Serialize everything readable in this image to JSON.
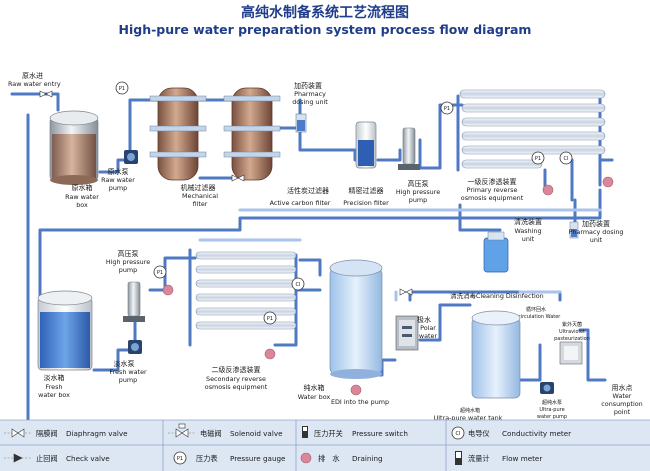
{
  "title_cn": "高纯水制备系统工艺流程图",
  "title_en": "High-pure water preparation system process flow diagram",
  "labels": {
    "raw_entry_cn": "原水进",
    "raw_entry_en": "Raw water entry",
    "raw_box_cn": "原水箱",
    "raw_box_en1": "Raw water",
    "raw_box_en2": "box",
    "raw_pump_cn": "原水泵",
    "raw_pump_en1": "Raw water",
    "raw_pump_en2": "pump",
    "mech_cn": "机械过滤器",
    "mech_en1": "Mechanical",
    "mech_en2": "filter",
    "carbon_cn": "活性炭过滤器",
    "carbon_en": "Active carbon filter",
    "precision_cn": "精密过滤器",
    "precision_en": "Precision filter",
    "hp1_cn": "高压泵",
    "hp1_en1": "High pressure",
    "hp1_en2": "pump",
    "dosing1_cn": "加药装置",
    "dosing1_en1": "Pharmacy",
    "dosing1_en2": "dosing unit",
    "primary_cn": "一级反渗透装置",
    "primary_en1": "Primary reverse",
    "primary_en2": "osmosis equipment",
    "washing_cn": "清洗装置",
    "washing_en1": "Washing",
    "washing_en2": "unit",
    "dosing2_cn": "加药装置",
    "dosing2_en1": "Pharmacy dosing",
    "dosing2_en2": "unit",
    "hp2_cn": "高压泵",
    "hp2_en1": "High pressure",
    "hp2_en2": "pump",
    "fresh_box_cn": "淡水箱",
    "fresh_box_en1": "Fresh",
    "fresh_box_en2": "water box",
    "fresh_pump_cn": "淡水泵",
    "fresh_pump_en1": "Fresh water",
    "fresh_pump_en2": "pump",
    "secondary_cn": "二级反渗透装置",
    "secondary_en1": "Secondary reverse",
    "secondary_en2": "osmosis equipment",
    "pure_box_cn": "纯水箱",
    "pure_box_en": "Water box",
    "edi_pump": "EDI into the pump",
    "polar_cn": "极水",
    "polar_en1": "Polar",
    "polar_en2": "water",
    "clean_disinfect": "清洗消毒Cleaning Disinfection",
    "recirc_cn": "循环回水",
    "recirc_en": "Recirculation Water",
    "uv_cn": "紫外灭菌",
    "uv_en1": "Ultraviolet",
    "uv_en2": "pasteurization",
    "ultra_box": "Ultra-pure water tank",
    "ultra_box_cn": "超纯水箱",
    "ultra_pump_cn": "超纯水泵",
    "ultra_pump_en1": "Ultra-pure",
    "ultra_pump_en2": "water pump",
    "consume_cn": "用水点",
    "consume_en1": "Water",
    "consume_en2": "consumption",
    "consume_en3": "point",
    "p1": "P1",
    "ci": "CI"
  },
  "legend": [
    {
      "cn": "隔膜阀",
      "en": "Diaphragm valve",
      "icon": "diaphragm-valve-icon"
    },
    {
      "cn": "电磁阀",
      "en": "Solenoid valve",
      "icon": "solenoid-valve-icon"
    },
    {
      "cn": "压力开关",
      "en": "Pressure switch",
      "icon": "pressure-switch-icon"
    },
    {
      "cn": "电导仪",
      "en": "Conductivity meter",
      "icon": "conductivity-meter-icon"
    },
    {
      "cn": "止回阀",
      "en": "Check valve",
      "icon": "check-valve-icon"
    },
    {
      "cn": "压力表",
      "en": "Pressure gauge",
      "icon": "pressure-gauge-icon"
    },
    {
      "cn": "排　水",
      "en": "Draining",
      "icon": "draining-icon"
    },
    {
      "cn": "流量计",
      "en": "Flow meter",
      "icon": "flow-meter-icon"
    }
  ],
  "legend_symbols": {
    "pressure_gauge": "P1",
    "conductivity": "CI"
  },
  "colors": {
    "pipe": "#4f79c2",
    "pipe_light": "#a9c3ea",
    "title": "#1f3d8a",
    "legend_bg": "#dde7f4",
    "filter_brown": "#a0725a",
    "fresh_water": "#2f6fd0",
    "drain": "#d9889a"
  }
}
